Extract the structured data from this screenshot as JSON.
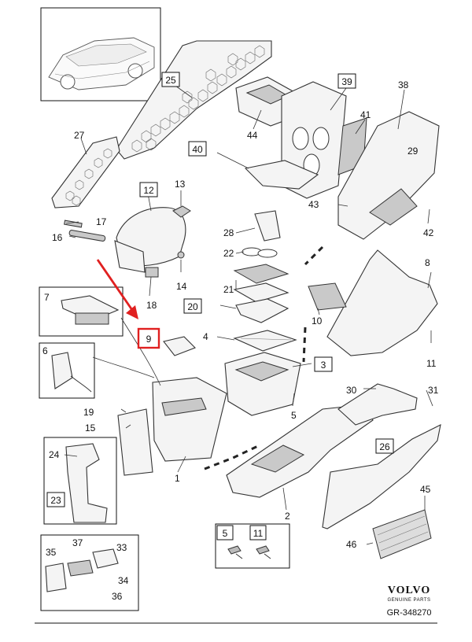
{
  "diagram": {
    "labels": {
      "l1": "1",
      "l2": "2",
      "l3": "3",
      "l4": "4",
      "l5": "5",
      "l6": "6",
      "l7": "7",
      "l8": "8",
      "l9": "9",
      "l10": "10",
      "l11": "11",
      "l12": "12",
      "l13": "13",
      "l14": "14",
      "l15": "15",
      "l16": "16",
      "l17": "17",
      "l18": "18",
      "l19": "19",
      "l20": "20",
      "l21": "21",
      "l22": "22",
      "l23": "23",
      "l24": "24",
      "l25": "25",
      "l26": "26",
      "l27": "27",
      "l28": "28",
      "l29": "29",
      "l30": "30",
      "l31": "31",
      "l33": "33",
      "l34": "34",
      "l35": "35",
      "l36": "36",
      "l37": "37",
      "l38": "38",
      "l39": "39",
      "l40": "40",
      "l41": "41",
      "l42": "42",
      "l43": "43",
      "l44": "44",
      "l45": "45",
      "l46": "46"
    },
    "fastener_box": {
      "left": "5",
      "right": "11"
    },
    "highlighted_part": "9",
    "highlight_color": "#e02020",
    "brand": "VOLVO",
    "brand_sub": "GENUINE PARTS",
    "reference": "GR-348270"
  }
}
